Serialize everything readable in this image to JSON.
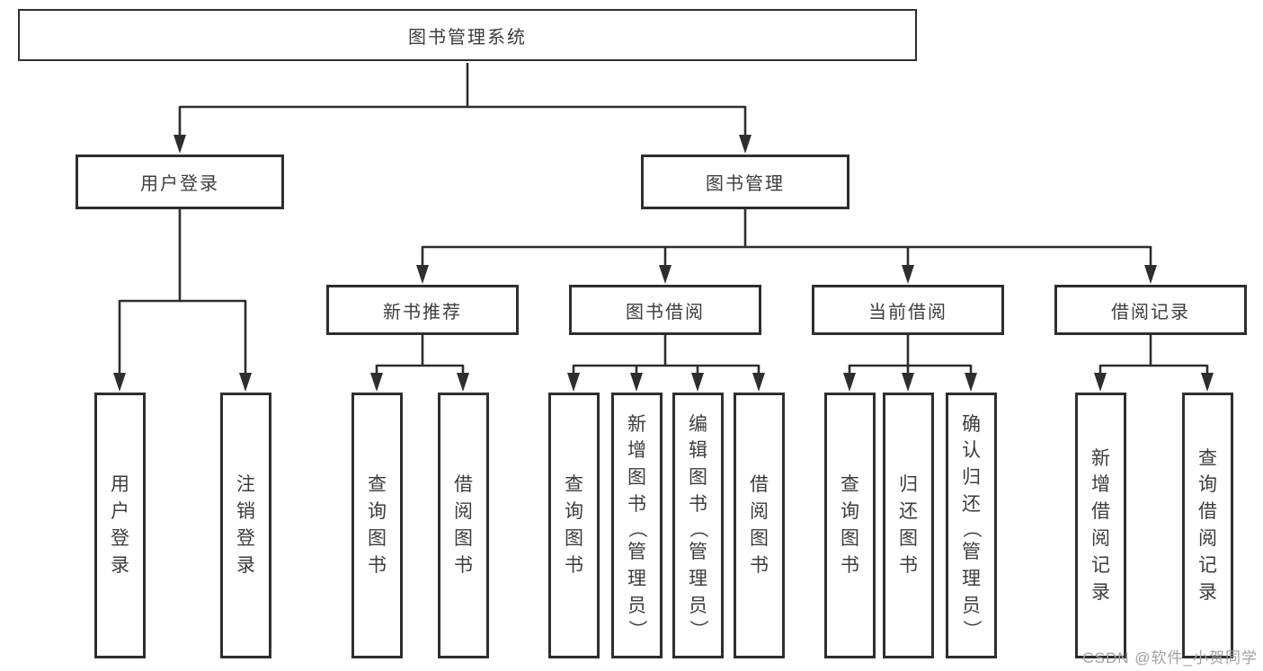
{
  "diagram": {
    "type": "hierarchy-chart",
    "colors": {
      "line": "#2e2e2e",
      "box_border": "#2e2e2e",
      "text": "#3d3d3d",
      "background": "#ffffff",
      "watermark": "#a2a2a2"
    }
  },
  "tree": {
    "label": "图书管理系统",
    "children": [
      {
        "label": "用户登录",
        "children": [
          {
            "label": "用户登录"
          },
          {
            "label": "注销登录"
          }
        ]
      },
      {
        "label": "图书管理",
        "children": [
          {
            "label": "新书推荐",
            "children": [
              {
                "label": "查询图书"
              },
              {
                "label": "借阅图书"
              }
            ]
          },
          {
            "label": "图书借阅",
            "children": [
              {
                "label": "查询图书"
              },
              {
                "label": "新增图书（管理员）"
              },
              {
                "label": "编辑图书（管理员）"
              },
              {
                "label": "借阅图书"
              }
            ]
          },
          {
            "label": "当前借阅",
            "children": [
              {
                "label": "查询图书"
              },
              {
                "label": "归还图书"
              },
              {
                "label": "确认归还（管理员）"
              }
            ]
          },
          {
            "label": "借阅记录",
            "children": [
              {
                "label": "新增借阅记录"
              },
              {
                "label": "查询借阅记录"
              }
            ]
          }
        ]
      }
    ]
  },
  "watermark": {
    "text": "CSDN @软件_小贺同学"
  }
}
